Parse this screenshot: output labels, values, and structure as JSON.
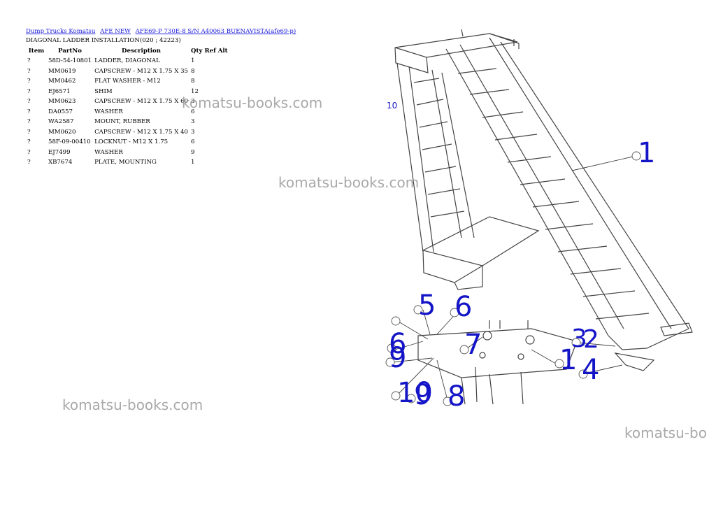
{
  "breadcrumb": [
    {
      "label": "Dump Trucks Komatsu"
    },
    {
      "label": "AFE NEW"
    },
    {
      "label": "AFE69-P 730E-8 S/N A40063 BUENAVISTA(afe69-p)"
    }
  ],
  "subtitle": "DIAGONAL LADDER INSTALLATION(020 ; 42223)",
  "table": {
    "headers": {
      "item": "Item",
      "partno": "PartNo",
      "description": "Description",
      "qty": "Qty Ref Alt"
    },
    "rows": [
      {
        "item": "?",
        "partno": "58D-54-10801",
        "description": "LADDER, DIAGONAL",
        "qty": "1"
      },
      {
        "item": "?",
        "partno": "MM0619",
        "description": "CAPSCREW - M12 X 1.75 X 35",
        "qty": "8"
      },
      {
        "item": "?",
        "partno": "MM0462",
        "description": "FLAT WASHER - M12",
        "qty": "8"
      },
      {
        "item": "?",
        "partno": "EJ6571",
        "description": "SHIM",
        "qty": "12"
      },
      {
        "item": "?",
        "partno": "MM0623",
        "description": "CAPSCREW - M12 X 1.75 X 60",
        "qty": "3"
      },
      {
        "item": "?",
        "partno": "DA0557",
        "description": "WASHER",
        "qty": "6"
      },
      {
        "item": "?",
        "partno": "WA2587",
        "description": "MOUNT, RUBBER",
        "qty": "3"
      },
      {
        "item": "?",
        "partno": "MM0620",
        "description": "CAPSCREW - M12 X 1.75 X 40",
        "qty": "3"
      },
      {
        "item": "?",
        "partno": "58F-09-00410",
        "description": "LOCKNUT - M12 X 1.75",
        "qty": "6"
      },
      {
        "item": "?",
        "partno": "EJ7499",
        "description": "WASHER",
        "qty": "9"
      },
      {
        "item": "?",
        "partno": "XB7674",
        "description": "PLATE, MOUNTING",
        "qty": "1"
      }
    ]
  },
  "watermarks": [
    "komatsu-books.com",
    "komatsu-books.com",
    "komatsu-books.com",
    "komatsu-bo"
  ],
  "callouts": [
    "1",
    "5",
    "6",
    "6",
    "9",
    "7",
    "10",
    "9",
    "8",
    "1",
    "3",
    "2",
    "4",
    "10"
  ],
  "colors": {
    "link": "#1a1adc",
    "callout": "#1515c8",
    "line": "#444444",
    "watermark": "#9a9a9a"
  }
}
